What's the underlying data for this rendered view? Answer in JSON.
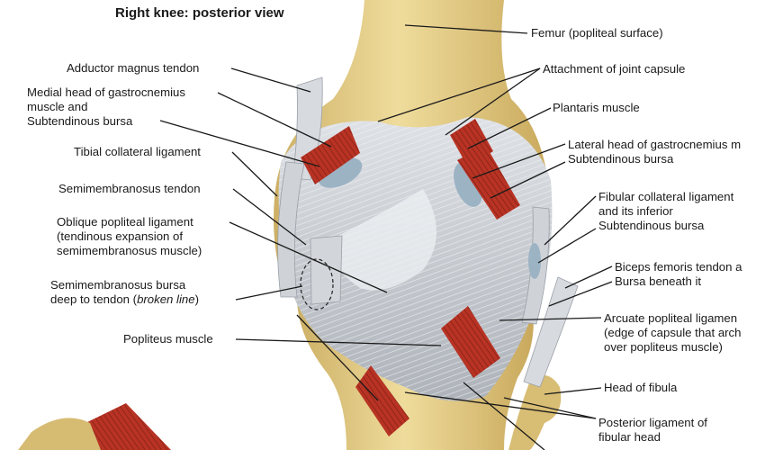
{
  "title": "Right knee: posterior view",
  "colors": {
    "bone": "#e6cf86",
    "ligament": "#c9ccd1",
    "muscle": "#b83324",
    "bursa": "#9cb3c4",
    "leader": "#1a1a1a"
  },
  "labels": {
    "adductor_magnus": "Adductor magnus tendon",
    "medial_gastro_1": "Medial head of gastrocnemius",
    "medial_gastro_2": "muscle and",
    "medial_gastro_3": "Subtendinous bursa",
    "tibial_collateral": "Tibial collateral ligament",
    "semimembranosus_tendon": "Semimembranosus tendon",
    "oblique_popliteal_1": "Oblique popliteal ligament",
    "oblique_popliteal_2": "(tendinous expansion of",
    "oblique_popliteal_3": "semimembranosus muscle)",
    "semimem_bursa_1": "Semimembranosus bursa",
    "semimem_bursa_2": "deep to tendon (",
    "semimem_bursa_2_italic": "broken line",
    "semimem_bursa_2_end": ")",
    "popliteus": "Popliteus muscle",
    "femur": "Femur (popliteal surface)",
    "joint_capsule": "Attachment of joint capsule",
    "plantaris": "Plantaris muscle",
    "lateral_gastro_1": "Lateral head of gastrocnemius m",
    "lateral_gastro_2": "Subtendinous bursa",
    "fibular_collateral_1": "Fibular collateral ligament",
    "fibular_collateral_2": "and its inferior",
    "fibular_collateral_3": "Subtendinous bursa",
    "biceps_1": "Biceps femoris tendon a",
    "biceps_2": "Bursa beneath it",
    "arcuate_1": "Arcuate popliteal ligamen",
    "arcuate_2": "(edge of capsule that arch",
    "arcuate_3": "over popliteus muscle)",
    "head_fibula": "Head of fibula",
    "posterior_lig_1": "Posterior ligament of",
    "posterior_lig_2": "fibular head"
  }
}
